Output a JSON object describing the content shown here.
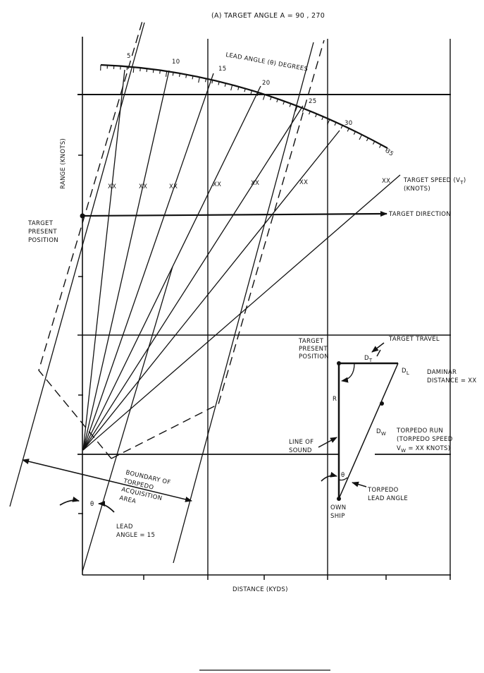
{
  "title": "(A) TARGET ANGLE A = 90 , 270",
  "axes": {
    "y_label": "RANGE (KNOTS)",
    "x_label": "DISTANCE (KYDS)"
  },
  "lead_angle_scale": {
    "title": "LEAD ANGLE (θ) DEGREES",
    "ticks": [
      "5",
      "10",
      "15",
      "20",
      "25",
      "30",
      "35"
    ]
  },
  "speed_marks": [
    "XX",
    "XX",
    "XX",
    "XX",
    "XX",
    "XX",
    "XX"
  ],
  "labels": {
    "target_speed_line1": "TARGET SPEED (V",
    "target_speed_sub": "T",
    "target_speed_close": ")",
    "target_speed_line2": "(KNOTS)",
    "target_direction": "TARGET DIRECTION",
    "target_present_position_left": [
      "TARGET",
      "PRESENT",
      "POSITION"
    ],
    "boundary": [
      "BOUNDARY OF",
      "TORPEDO",
      "ACQUISITION",
      "AREA"
    ],
    "theta": "θ",
    "lead_angle_note": [
      "LEAD",
      "ANGLE = 15"
    ]
  },
  "inset": {
    "target_present_position": [
      "TARGET",
      "PRESENT",
      "POSITION"
    ],
    "target_travel": "TARGET TRAVEL",
    "dt": "D",
    "dt_sub": "T",
    "dl": "D",
    "dl_sub": "L",
    "dw": "D",
    "dw_sub": "W",
    "r": "R",
    "theta": "θ",
    "daminar": [
      "DAMINAR",
      "DISTANCE = XX"
    ],
    "torpedo_run": [
      "TORPEDO RUN",
      "(TORPEDO SPEED",
      "= XX KNOTS)"
    ],
    "torpedo_run_v": "V",
    "torpedo_run_v_sub": "W",
    "line_of_sound": [
      "LINE OF",
      "SOUND"
    ],
    "torpedo_lead_angle": [
      "TORPEDO",
      "LEAD ANGLE"
    ],
    "own_ship": [
      "OWN",
      "SHIP"
    ]
  }
}
